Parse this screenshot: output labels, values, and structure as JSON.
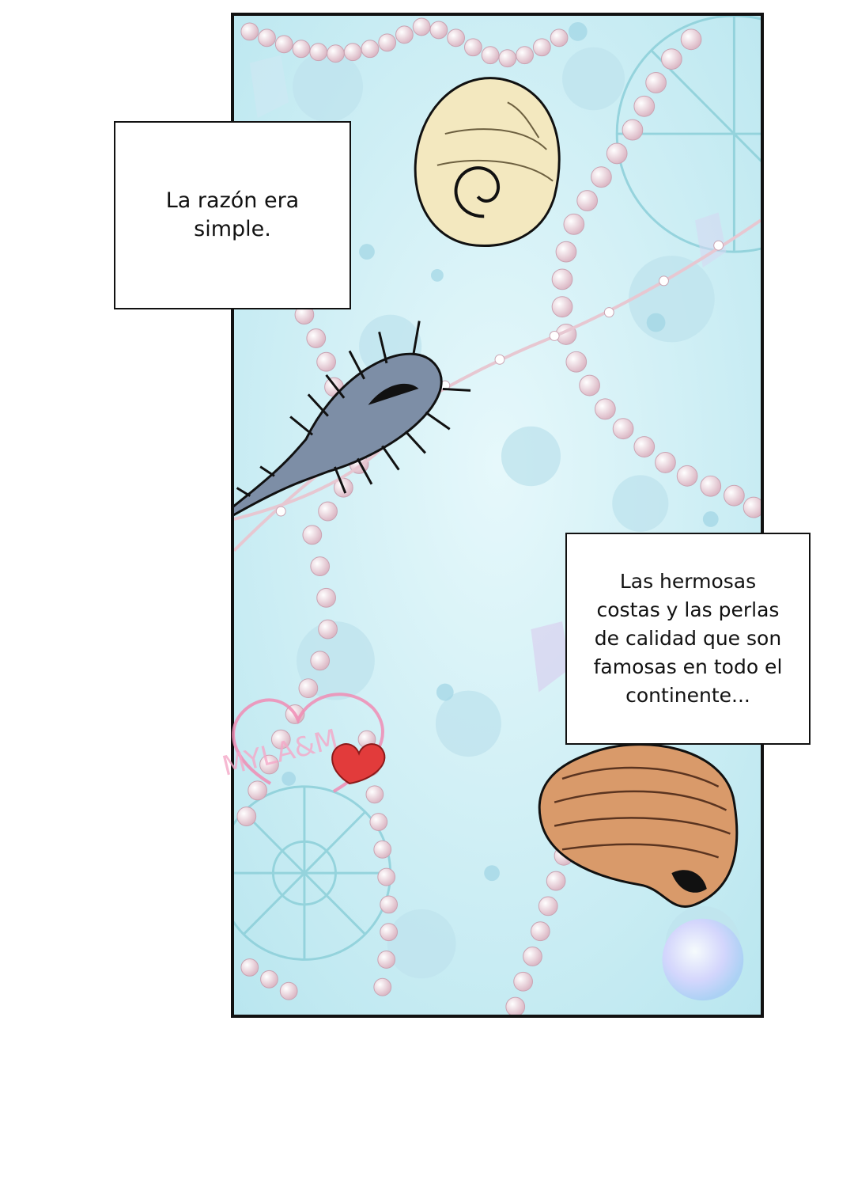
{
  "page": {
    "background": "#ffffff"
  },
  "panel": {
    "scene": "ocean pearls and seashells illustration",
    "colors": {
      "sky": "#cfeff4",
      "pearl": "#f2dfe6",
      "border": "#111111"
    }
  },
  "captions": {
    "first": "La razón era\nsimple.",
    "second": "Las hermosas\ncostas y las perlas\nde calidad que son\nfamosas en todo el\ncontinente..."
  },
  "watermark": {
    "text": "MYLA&M",
    "color": "#f08cb4",
    "icon": "heart-icon"
  }
}
